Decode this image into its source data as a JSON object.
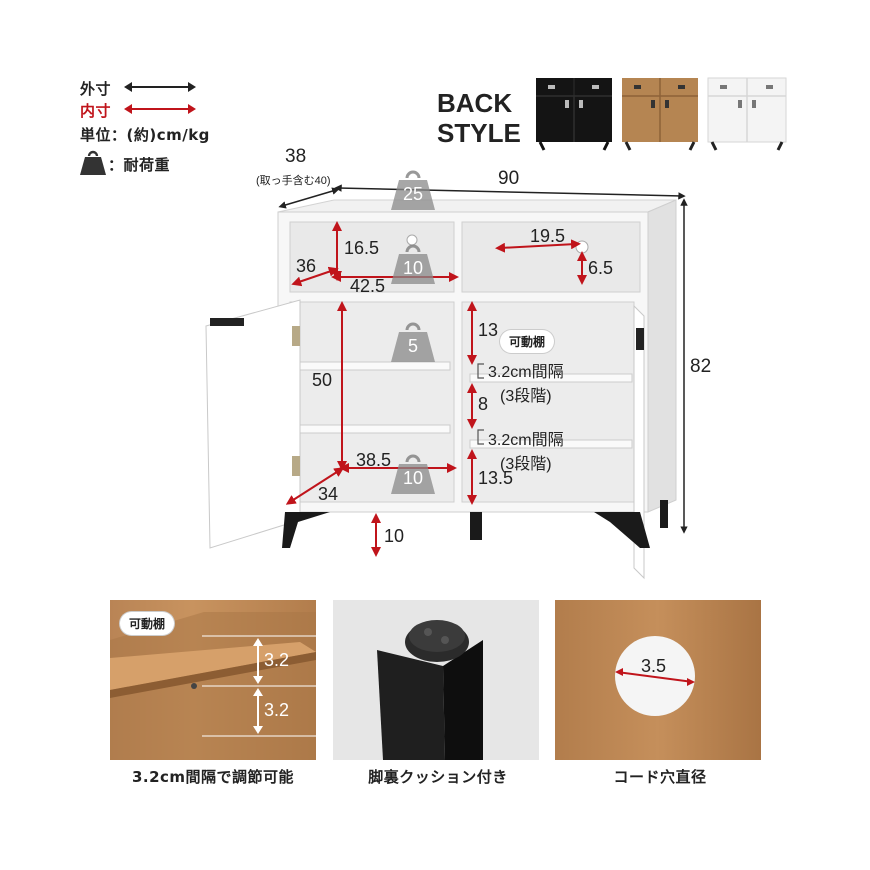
{
  "legend": {
    "outer_label": "外寸",
    "inner_label": "内寸",
    "unit_label": "単位：(約)cm/kg",
    "load_label": "：耐荷重",
    "colors": {
      "outer": "#222222",
      "inner": "#c0141b"
    }
  },
  "back_style": {
    "line1": "BACK",
    "line2": "STYLE"
  },
  "dims": {
    "depth_outer": "38",
    "depth_note": "(取っ手含む40)",
    "width_outer": "90",
    "height_outer": "82",
    "upper_inner_h": "16.5",
    "upper_inner_d": "36",
    "upper_inner_w": "42.5",
    "cord_w": "19.5",
    "cord_h": "6.5",
    "left_inner_h": "50",
    "left_inner_w": "38.5",
    "left_inner_d": "34",
    "right_top_h": "13",
    "right_mid_h": "8",
    "right_bot_h": "13.5",
    "leg_h": "10",
    "shelf_step1": "3.2cm間隔",
    "shelf_step1_note": "(3段階)",
    "shelf_step2": "3.2cm間隔",
    "shelf_step2_note": "(3段階)",
    "movable_tag": "可動棚"
  },
  "loads": {
    "top": "25",
    "upper": "10",
    "left_shelf": "5",
    "bottom": "10"
  },
  "panels": {
    "p1_tag": "可動棚",
    "p1_d1": "3.2",
    "p1_d2": "3.2",
    "p1_caption": "3.2cm間隔で調節可能",
    "p2_caption": "脚裏クッション付き",
    "p3_dim": "3.5",
    "p3_caption": "コード穴直径"
  }
}
